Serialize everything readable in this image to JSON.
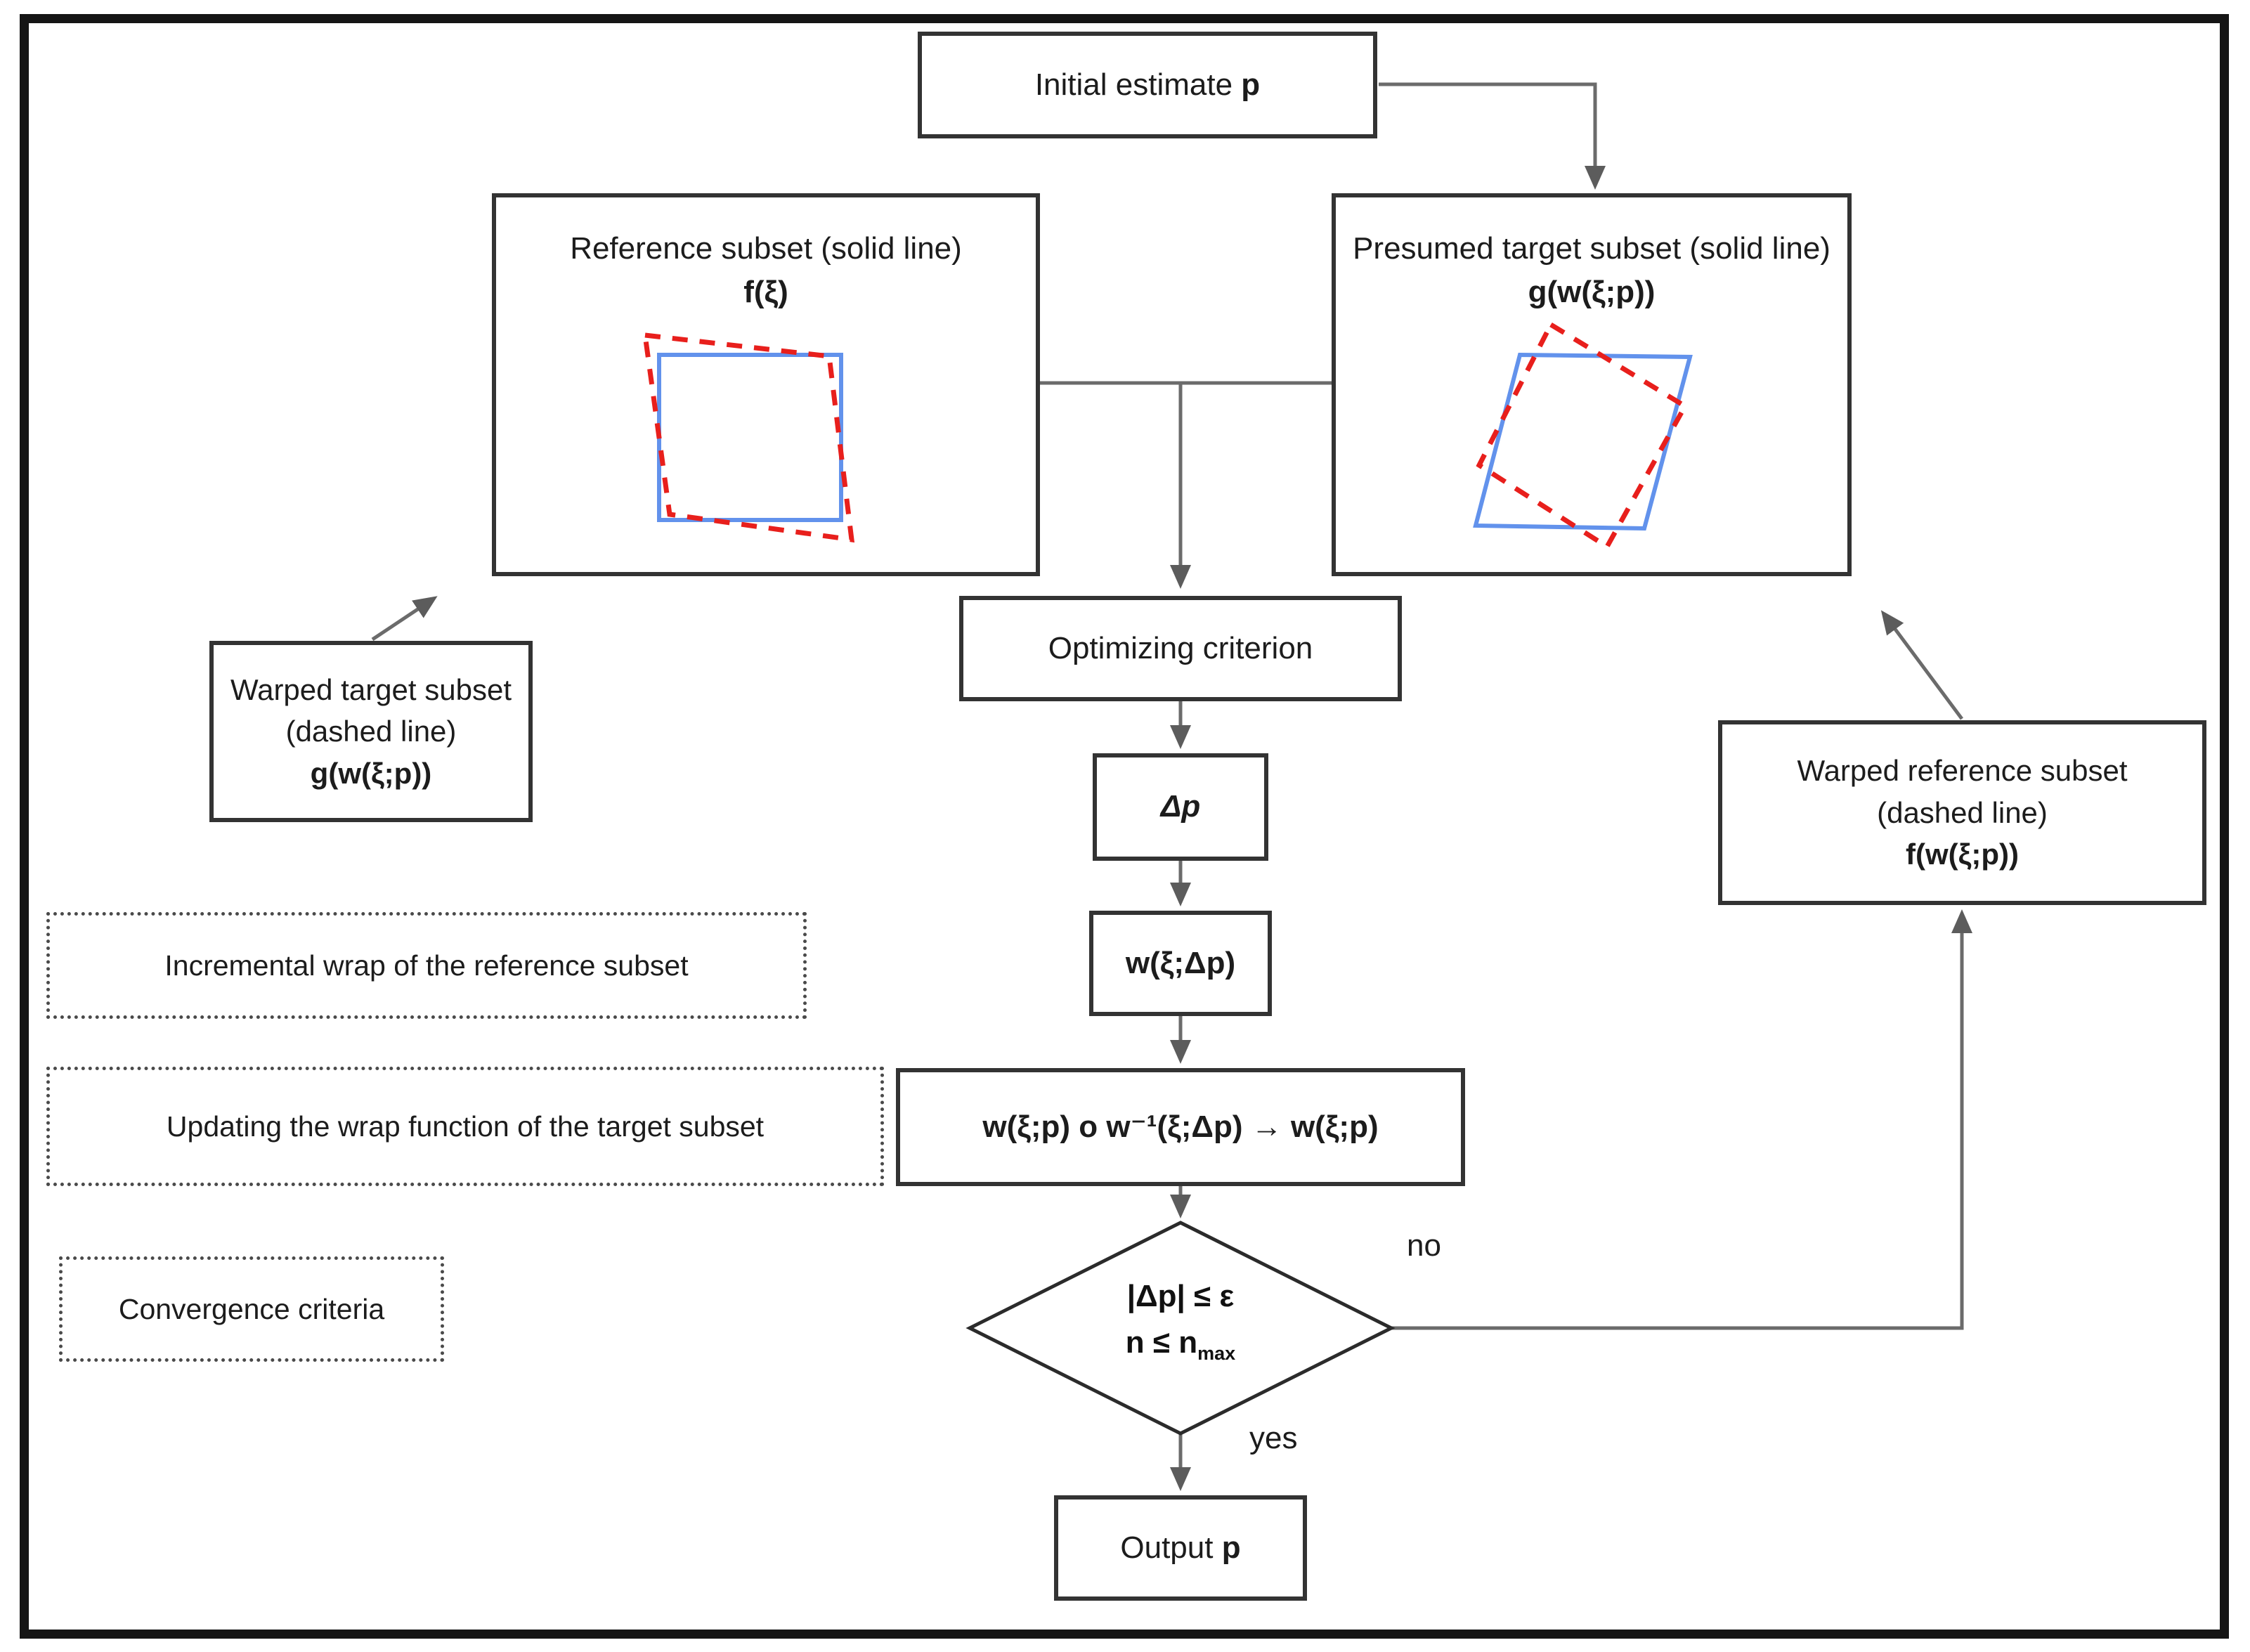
{
  "nodes": {
    "initial": {
      "prefix": "Initial estimate",
      "math": "p"
    },
    "reference": {
      "title": "Reference subset (solid line)",
      "formula": "f(ξ)"
    },
    "presumed": {
      "title": "Presumed target subset (solid line)",
      "formula": "g(w(ξ;p))"
    },
    "warped_target": {
      "line1": "Warped target subset",
      "line2": "(dashed line)",
      "formula": "g(w(ξ;p))"
    },
    "warped_reference": {
      "line1": "Warped reference subset",
      "line2": "(dashed line)",
      "formula": "f(w(ξ;p))"
    },
    "optimizing": {
      "label": "Optimizing criterion"
    },
    "delta_p": {
      "formula": "Δp"
    },
    "incremental": {
      "formula": "w(ξ;Δp)"
    },
    "update": {
      "formula": "w(ξ;p) o w⁻¹(ξ;Δp) → w(ξ;p)"
    },
    "decision": {
      "line1": "|Δp| ≤ ε",
      "line2_base": "n ≤ n",
      "line2_sub": "max"
    },
    "output": {
      "prefix": "Output",
      "math": "p"
    }
  },
  "annotations": {
    "incremental_wrap": "Incremental wrap of the reference subset",
    "updating_wrap": "Updating the wrap function of the target subset",
    "convergence": "Convergence criteria"
  },
  "edges": {
    "no_label": "no",
    "yes_label": "yes"
  },
  "colors": {
    "solid_subset_line": "#6292ec",
    "dashed_subset_line": "#e81f1c",
    "connector": "#6b6b6b",
    "box_border": "#333333"
  }
}
